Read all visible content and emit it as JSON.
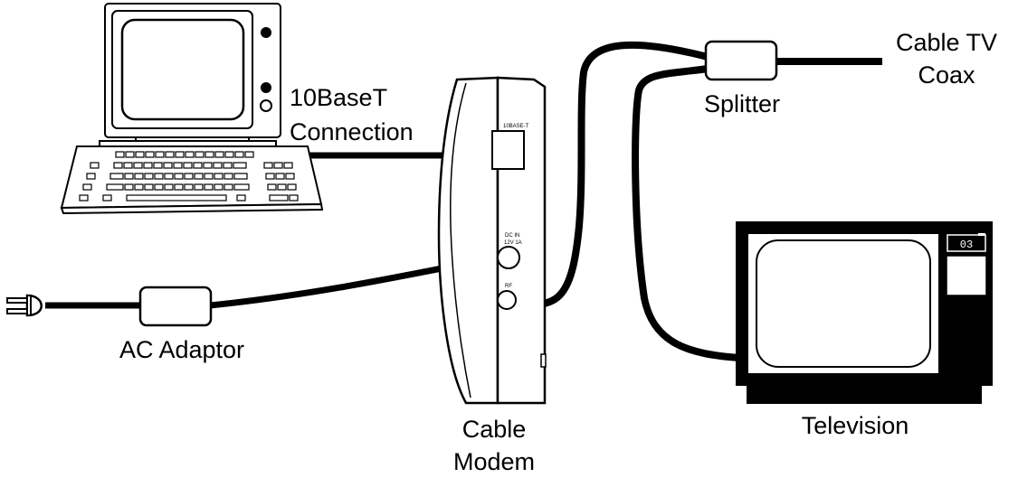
{
  "labels": {
    "tenbase_line1": "10BaseT",
    "tenbase_line2": "Connection",
    "cable_tv_line1": "Cable TV",
    "cable_tv_line2": "Coax",
    "splitter": "Splitter",
    "ac_adaptor": "AC Adaptor",
    "modem_line1": "Cable",
    "modem_line2": "Modem",
    "television": "Television"
  },
  "modem_ports": {
    "ethernet": "10BASE-T",
    "dc_in_line1": "DC IN",
    "dc_in_line2": "12V 1A",
    "rf": "RF"
  },
  "tv_channel": "03"
}
